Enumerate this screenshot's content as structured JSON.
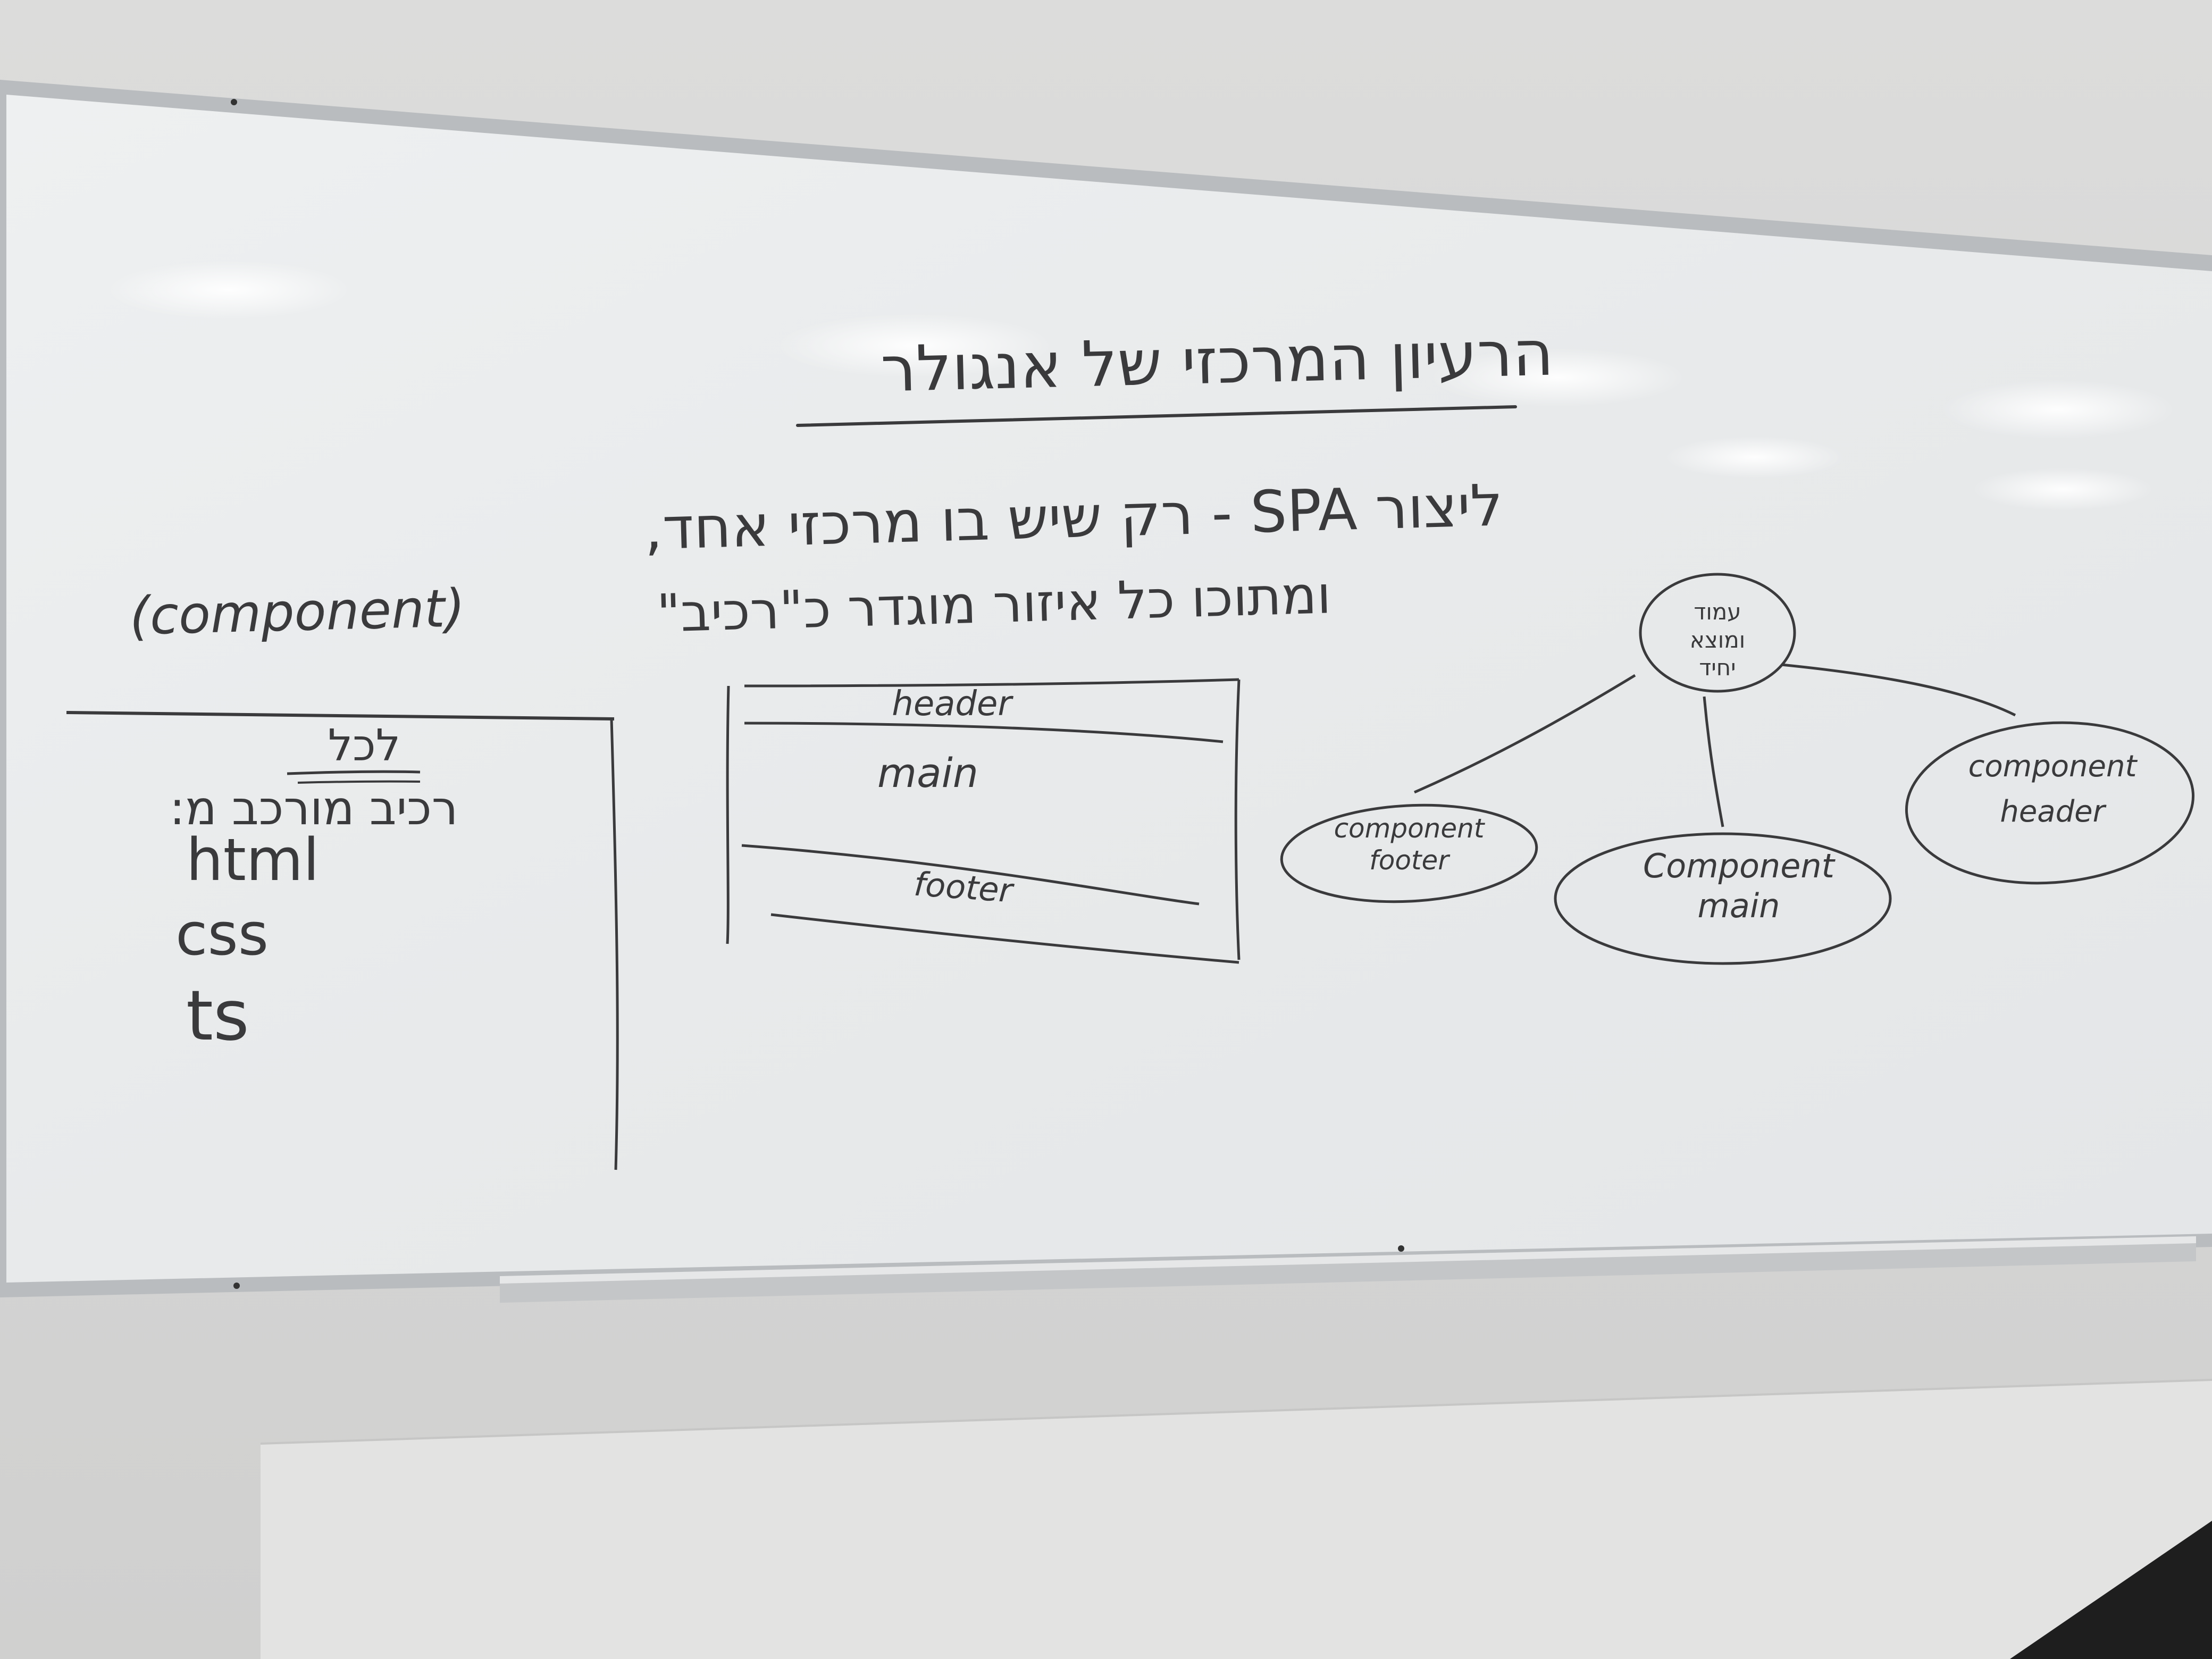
{
  "whiteboard": {
    "title": "הרעיון המרכזי של אנגולר",
    "intro_line1": "ליצור SPA - רק שיש בו מרכזי אחד,",
    "intro_line2": "ומתוכו כל איזור מוגדר כ\"רכיב\"",
    "intro_term": "(component)",
    "left_box": {
      "heading": "לכל",
      "line": "רכיב מורכב מ:",
      "items": [
        "html",
        "css",
        "ts"
      ]
    },
    "page_layout": {
      "header": "header",
      "main": "main",
      "footer": "footer"
    },
    "tree": {
      "root_lines": [
        "עמוד",
        "ומוצא",
        "יחיד"
      ],
      "nodes": [
        {
          "line1": "component",
          "line2": "footer"
        },
        {
          "line1": "Component",
          "line2": "main"
        },
        {
          "line1": "component",
          "line2": "header"
        }
      ]
    }
  }
}
